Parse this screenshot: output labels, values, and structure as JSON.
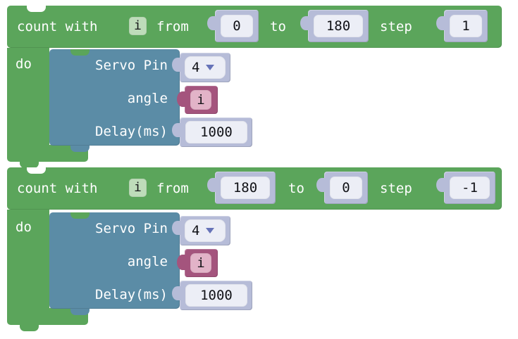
{
  "workspace": {
    "name": "blockly-workspace",
    "background": "#ffffff",
    "colors": {
      "loop_block": "#5ba55b",
      "servo_block": "#5b8ca6",
      "number_block": "#b6bcd8",
      "number_field": "#eceef6",
      "variable_block": "#a4547d",
      "variable_field": "#e2b3c8",
      "variable_chip": "#bedcba",
      "caret": "#6673b8",
      "text_on_block": "#ffffff",
      "text_on_field": "#111217"
    }
  },
  "scripts": [
    {
      "id": "script-1",
      "loop": {
        "prefix_label": "count with",
        "variable": "i",
        "from_label": "from",
        "from_value": "0",
        "to_label": "to",
        "to_value": "180",
        "step_label": "step",
        "step_value": "1",
        "do_label": "do"
      },
      "body": [
        {
          "type": "servo",
          "rows": [
            {
              "label": "Servo Pin",
              "field_kind": "dropdown",
              "value": "4",
              "caret": "chevron-down-icon"
            },
            {
              "label": "angle",
              "field_kind": "variable",
              "value": "i"
            },
            {
              "label": "Delay(ms)",
              "field_kind": "number",
              "value": "1000"
            }
          ]
        }
      ]
    },
    {
      "id": "script-2",
      "loop": {
        "prefix_label": "count with",
        "variable": "i",
        "from_label": "from",
        "from_value": "180",
        "to_label": "to",
        "to_value": "0",
        "step_label": "step",
        "step_value": "-1",
        "do_label": "do"
      },
      "body": [
        {
          "type": "servo",
          "rows": [
            {
              "label": "Servo Pin",
              "field_kind": "dropdown",
              "value": "4",
              "caret": "chevron-down-icon"
            },
            {
              "label": "angle",
              "field_kind": "variable",
              "value": "i"
            },
            {
              "label": "Delay(ms)",
              "field_kind": "number",
              "value": "1000"
            }
          ]
        }
      ]
    }
  ]
}
